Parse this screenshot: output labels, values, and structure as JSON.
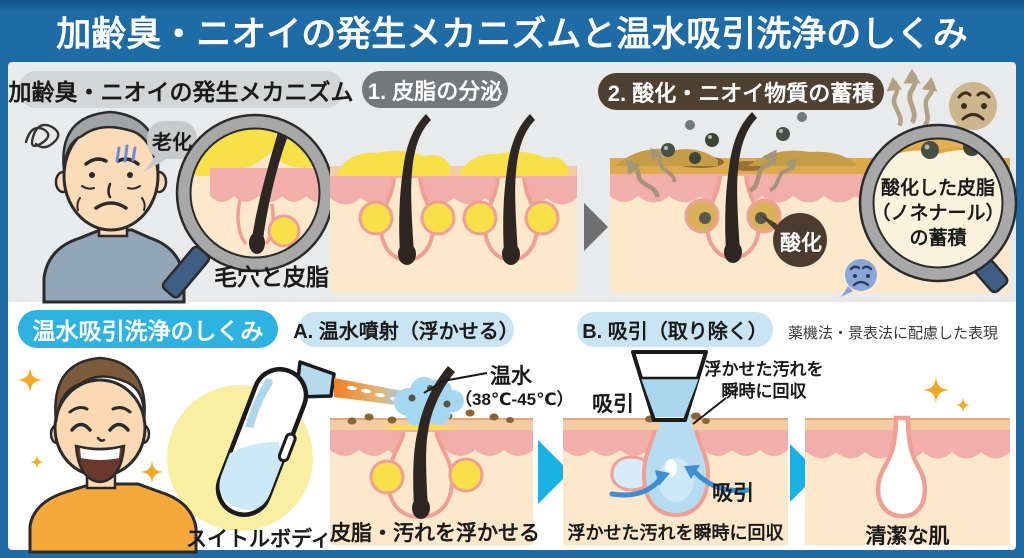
{
  "frame": {
    "title": "加齢臭・ニオイの発生メカニズムと温水吸引洗浄のしくみ"
  },
  "mechanism": {
    "header": "加齢臭・ニオイの発生メカニズム",
    "step1_label": "1. 皮脂の分泌",
    "step2_label": "2. 酸化・ニオイ物質の蓄積",
    "aging_bubble": "老化",
    "magnifier1_caption": "毛穴と皮脂",
    "oxidation_bubble": "酸化",
    "magnifier2_line1": "酸化した皮脂",
    "magnifier2_line2": "（ノネナール）",
    "magnifier2_line3": "の蓄積"
  },
  "method": {
    "header": "温水吸引洗浄のしくみ",
    "step_a_label": "A. 温水噴射（浮かせる）",
    "step_b_label": "B. 吸引（取り除く）",
    "compliance_note": "薬機法・景表法に配慮した表現",
    "device_name": "スイトルボディ",
    "warm_water_label": "温水",
    "warm_water_temp": "（38℃-45℃）",
    "suction_label": "吸引",
    "suction_inner_label": "吸引",
    "suction_note_line1": "浮かせた汚れを",
    "suction_note_line2": "瞬時に回収",
    "panel_a_caption": "皮脂・汚れを浮かせる",
    "panel_b_caption": "浮かせた汚れを瞬時に回収",
    "panel_c_caption": "清潔な肌"
  },
  "colors": {
    "frame_blue": "#1e6ba6",
    "section_gray": "#e9eaeb",
    "accent_cyan": "#2cb3e2",
    "pill_light_blue": "#c9e5f3",
    "pill_gray": "#d3d5d6",
    "pill_dark_gray": "#75787b",
    "pill_brown": "#4f4032",
    "skin_base": "#fde8cb",
    "dermis_pink": "#f2aeaa",
    "sebum_yellow": "#f8e049",
    "water_blue": "#a8d8f1"
  }
}
